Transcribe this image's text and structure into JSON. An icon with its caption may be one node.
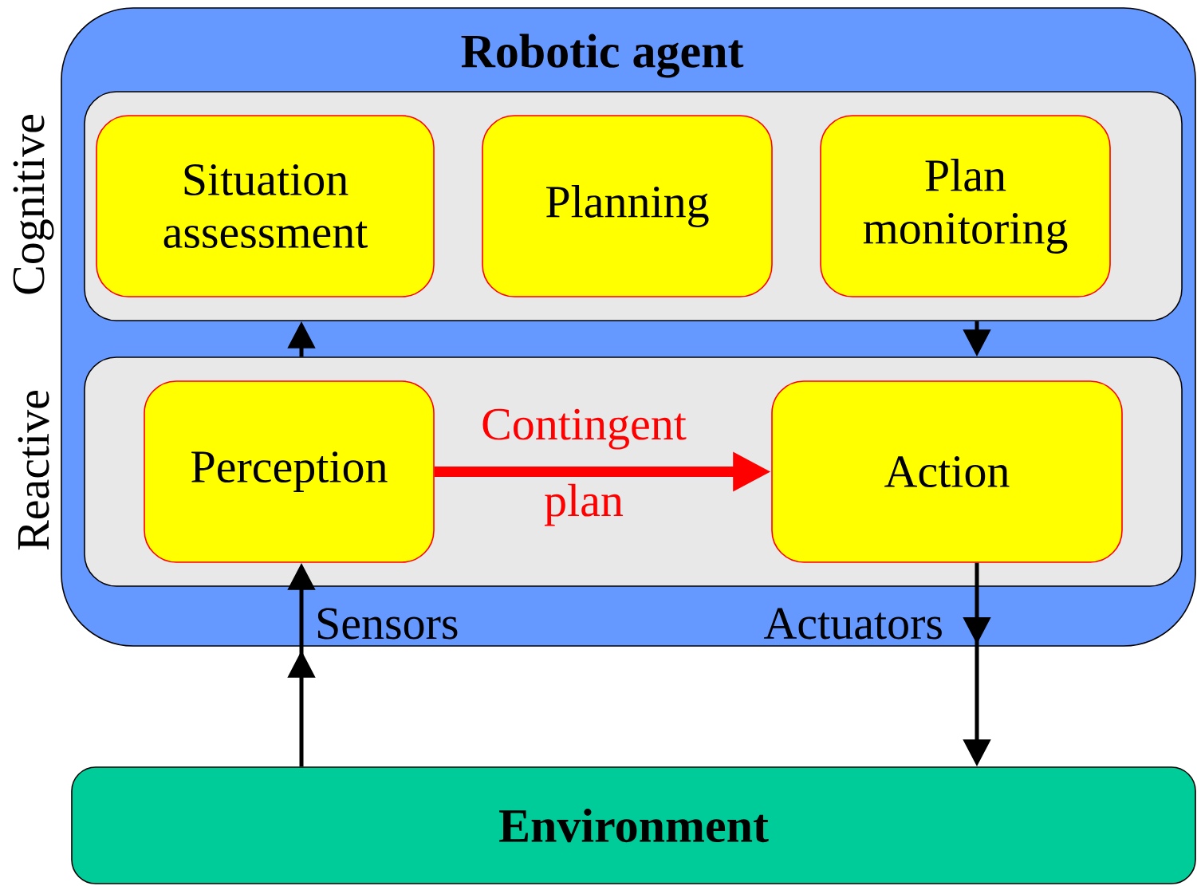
{
  "diagram": {
    "nodes": [
      {
        "text": [
          "Robotic agent"
        ]
      },
      {
        "text": [
          "Cognitive"
        ],
        "in": 0
      },
      {
        "text": [
          "Situation assessment"
        ],
        "in": 1
      },
      {
        "text": [
          "Planning"
        ],
        "in": 1
      },
      {
        "text": [
          "Plan monitoring"
        ],
        "in": 1
      },
      {
        "text": [
          "Reactive"
        ],
        "in": 0
      },
      {
        "text": [
          "Perception"
        ],
        "in": 5
      },
      {
        "text": [
          "Action"
        ],
        "in": 5
      },
      {
        "text": [
          "Environment"
        ]
      }
    ],
    "edges": [
      {
        "from": 5,
        "to": 1,
        "arrow": "to"
      },
      {
        "from": 1,
        "to": 5,
        "arrow": "to"
      },
      {
        "from": 6,
        "to": 7,
        "arrow": "to",
        "label": "Contingent plan",
        "style": "thick",
        "color": "#ff0000"
      },
      {
        "from": 8,
        "to": 6,
        "arrow": "to",
        "label": "Sensors"
      },
      {
        "from": 7,
        "to": 8,
        "arrow": "to",
        "label": "Actuators"
      }
    ]
  }
}
